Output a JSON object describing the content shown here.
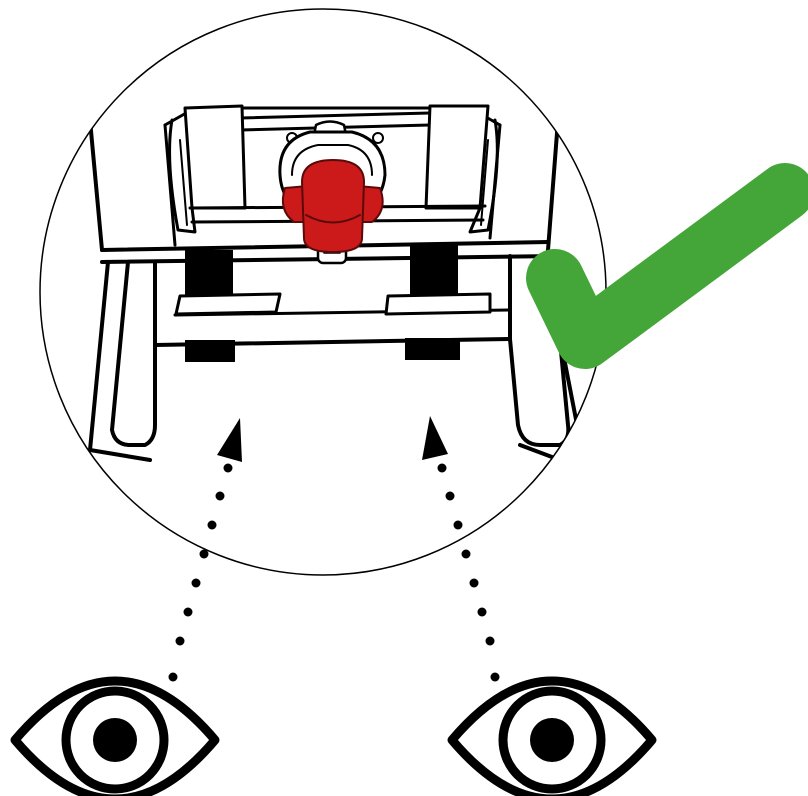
{
  "figure": {
    "subject": "mechanism-top-view",
    "status": "correct",
    "status_icon": "checkmark-icon",
    "viewer_icon": "eye-icon",
    "viewer_count": 2,
    "view_direction_icon": "dotted-arrow-icon"
  },
  "colors": {
    "ink": "#000000",
    "background": "#ffffff",
    "accent": "#cc1a1a",
    "accent_outline": "#5a0a0a",
    "success": "#44a638"
  }
}
